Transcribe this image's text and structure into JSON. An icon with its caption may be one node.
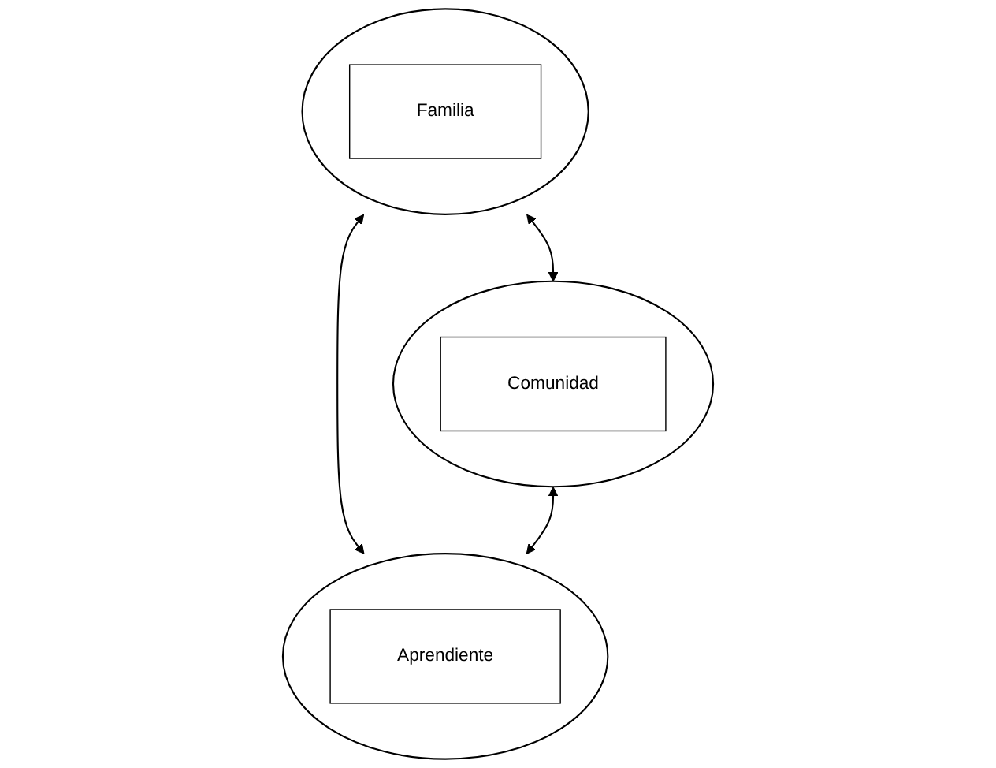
{
  "diagram": {
    "nodes": [
      {
        "text": [],
        "shape": "circle"
      },
      {
        "text": [
          "Familia"
        ],
        "in": 0
      },
      {
        "text": [],
        "shape": "circle"
      },
      {
        "text": [
          "Comunidad"
        ],
        "in": 2
      },
      {
        "text": [],
        "shape": "circle"
      },
      {
        "text": [
          "Aprendiente"
        ],
        "in": 4
      }
    ],
    "edges": [
      {
        "from": 0,
        "to": 2,
        "arrow": "both"
      },
      {
        "from": 0,
        "to": 4,
        "arrow": "both"
      },
      {
        "from": 2,
        "to": 4,
        "arrow": "both"
      }
    ]
  }
}
